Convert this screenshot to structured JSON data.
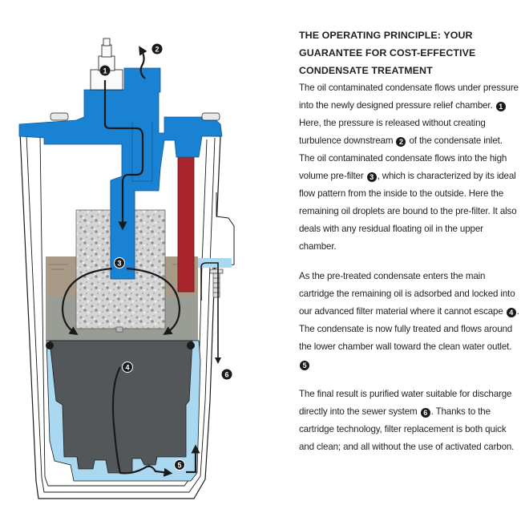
{
  "heading": [
    "THE OPERATING PRINCIPLE: YOUR",
    "GUARANTEE FOR COST-EFFECTIVE",
    "CONDENSATE TREATMENT"
  ],
  "paragraphs": [
    {
      "segments": [
        {
          "text": "The oil contaminated condensate flows under pressure into the newly designed pressure relief chamber. "
        },
        {
          "badge": "1"
        },
        {
          "text": " Here, the pressure is released without creating turbulence downstream "
        },
        {
          "badge": "2"
        },
        {
          "text": " of the condensate inlet. The oil contaminated condensate flows into the high volume pre-filter "
        },
        {
          "badge": "3"
        },
        {
          "text": ", which is characterized by its ideal flow pattern from the inside to the outside.  Here the remaining oil droplets are bound to the pre-filter. It also deals with any residual floating oil in the upper chamber."
        }
      ]
    },
    {
      "segments": [
        {
          "text": "As the pre-treated condensate enters the main cartridge the remaining oil is adsorbed and locked into our advanced filter material where it cannot escape "
        },
        {
          "badge": "4"
        },
        {
          "text": ".  The condensate is now fully treated and flows around the lower chamber wall toward the clean water outlet. "
        },
        {
          "badge": "5"
        }
      ]
    },
    {
      "segments": [
        {
          "text": "The final result is purified water suitable for discharge directly into the sewer system "
        },
        {
          "badge": "6"
        },
        {
          "text": ".  Thanks to the cartridge technology, filter replacement is both quick and clean; and all without the use of activated carbon."
        }
      ]
    }
  ],
  "diagram": {
    "labels": [
      "1",
      "2",
      "3",
      "4",
      "5",
      "6"
    ],
    "colors": {
      "lid_blue": "#1a82d2",
      "red_tube": "#a8252b",
      "oil_layer": "#a89a86",
      "grey_water": "#9a9c96",
      "cartridge": "#54575a",
      "clean_water": "#a9d8f0",
      "prefilter": "#cfcfcf",
      "outline": "#1a1a1a"
    }
  }
}
